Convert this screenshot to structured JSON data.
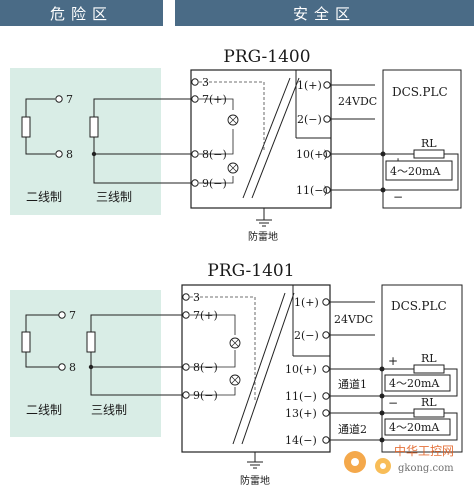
{
  "headers": {
    "danger_zone": "危险区",
    "safe_zone": "安全区"
  },
  "diagram1": {
    "title": "PRG-1400",
    "left_terminals": [
      "3",
      "7(+)",
      "8(−)",
      "9(−)"
    ],
    "right_terminals": [
      "1(+)",
      "2(−)",
      "10(+)",
      "11(−)"
    ],
    "supply": "24VDC",
    "dcs": "DCS.PLC",
    "rl": "RL",
    "current": "4～20mA",
    "plus": "+",
    "minus": "−",
    "ground": "防雷地",
    "sensor_pins": [
      "7",
      "8"
    ],
    "wiring_labels": [
      "二线制",
      "三线制"
    ]
  },
  "diagram2": {
    "title": "PRG-1401",
    "left_terminals": [
      "3",
      "7(+)",
      "8(−)",
      "9(−)"
    ],
    "right_terminals": [
      "1(+)",
      "2(−)",
      "10(+)",
      "11(−)",
      "13(+)",
      "14(−)"
    ],
    "supply": "24VDC",
    "dcs": "DCS.PLC",
    "rl": "RL",
    "current": "4～20mA",
    "plus": "+",
    "minus": "−",
    "channels": [
      "通道1",
      "通道2"
    ],
    "ground": "防雷地",
    "sensor_pins": [
      "7",
      "8"
    ],
    "wiring_labels": [
      "二线制",
      "三线制"
    ]
  },
  "watermark": {
    "site_cn": "中华工控网",
    "site_url": "gkong.com"
  }
}
